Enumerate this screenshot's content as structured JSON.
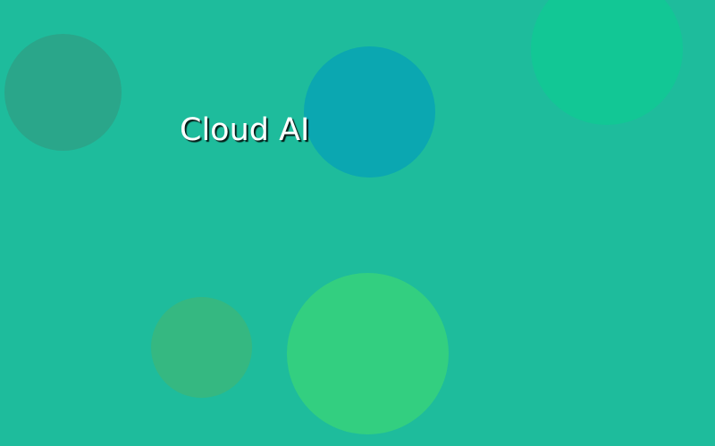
{
  "scene": {
    "background_color": "#1ebc9c",
    "title": "Cloud AI",
    "circles": [
      {
        "name": "circle-gray-green",
        "color": "#2aa68a"
      },
      {
        "name": "circle-teal-blue",
        "color": "#0ba7b1"
      },
      {
        "name": "circle-emerald",
        "color": "#12c795"
      },
      {
        "name": "circle-muted-green",
        "color": "#35b881"
      },
      {
        "name": "circle-bright-green",
        "color": "#33cf80"
      }
    ]
  }
}
